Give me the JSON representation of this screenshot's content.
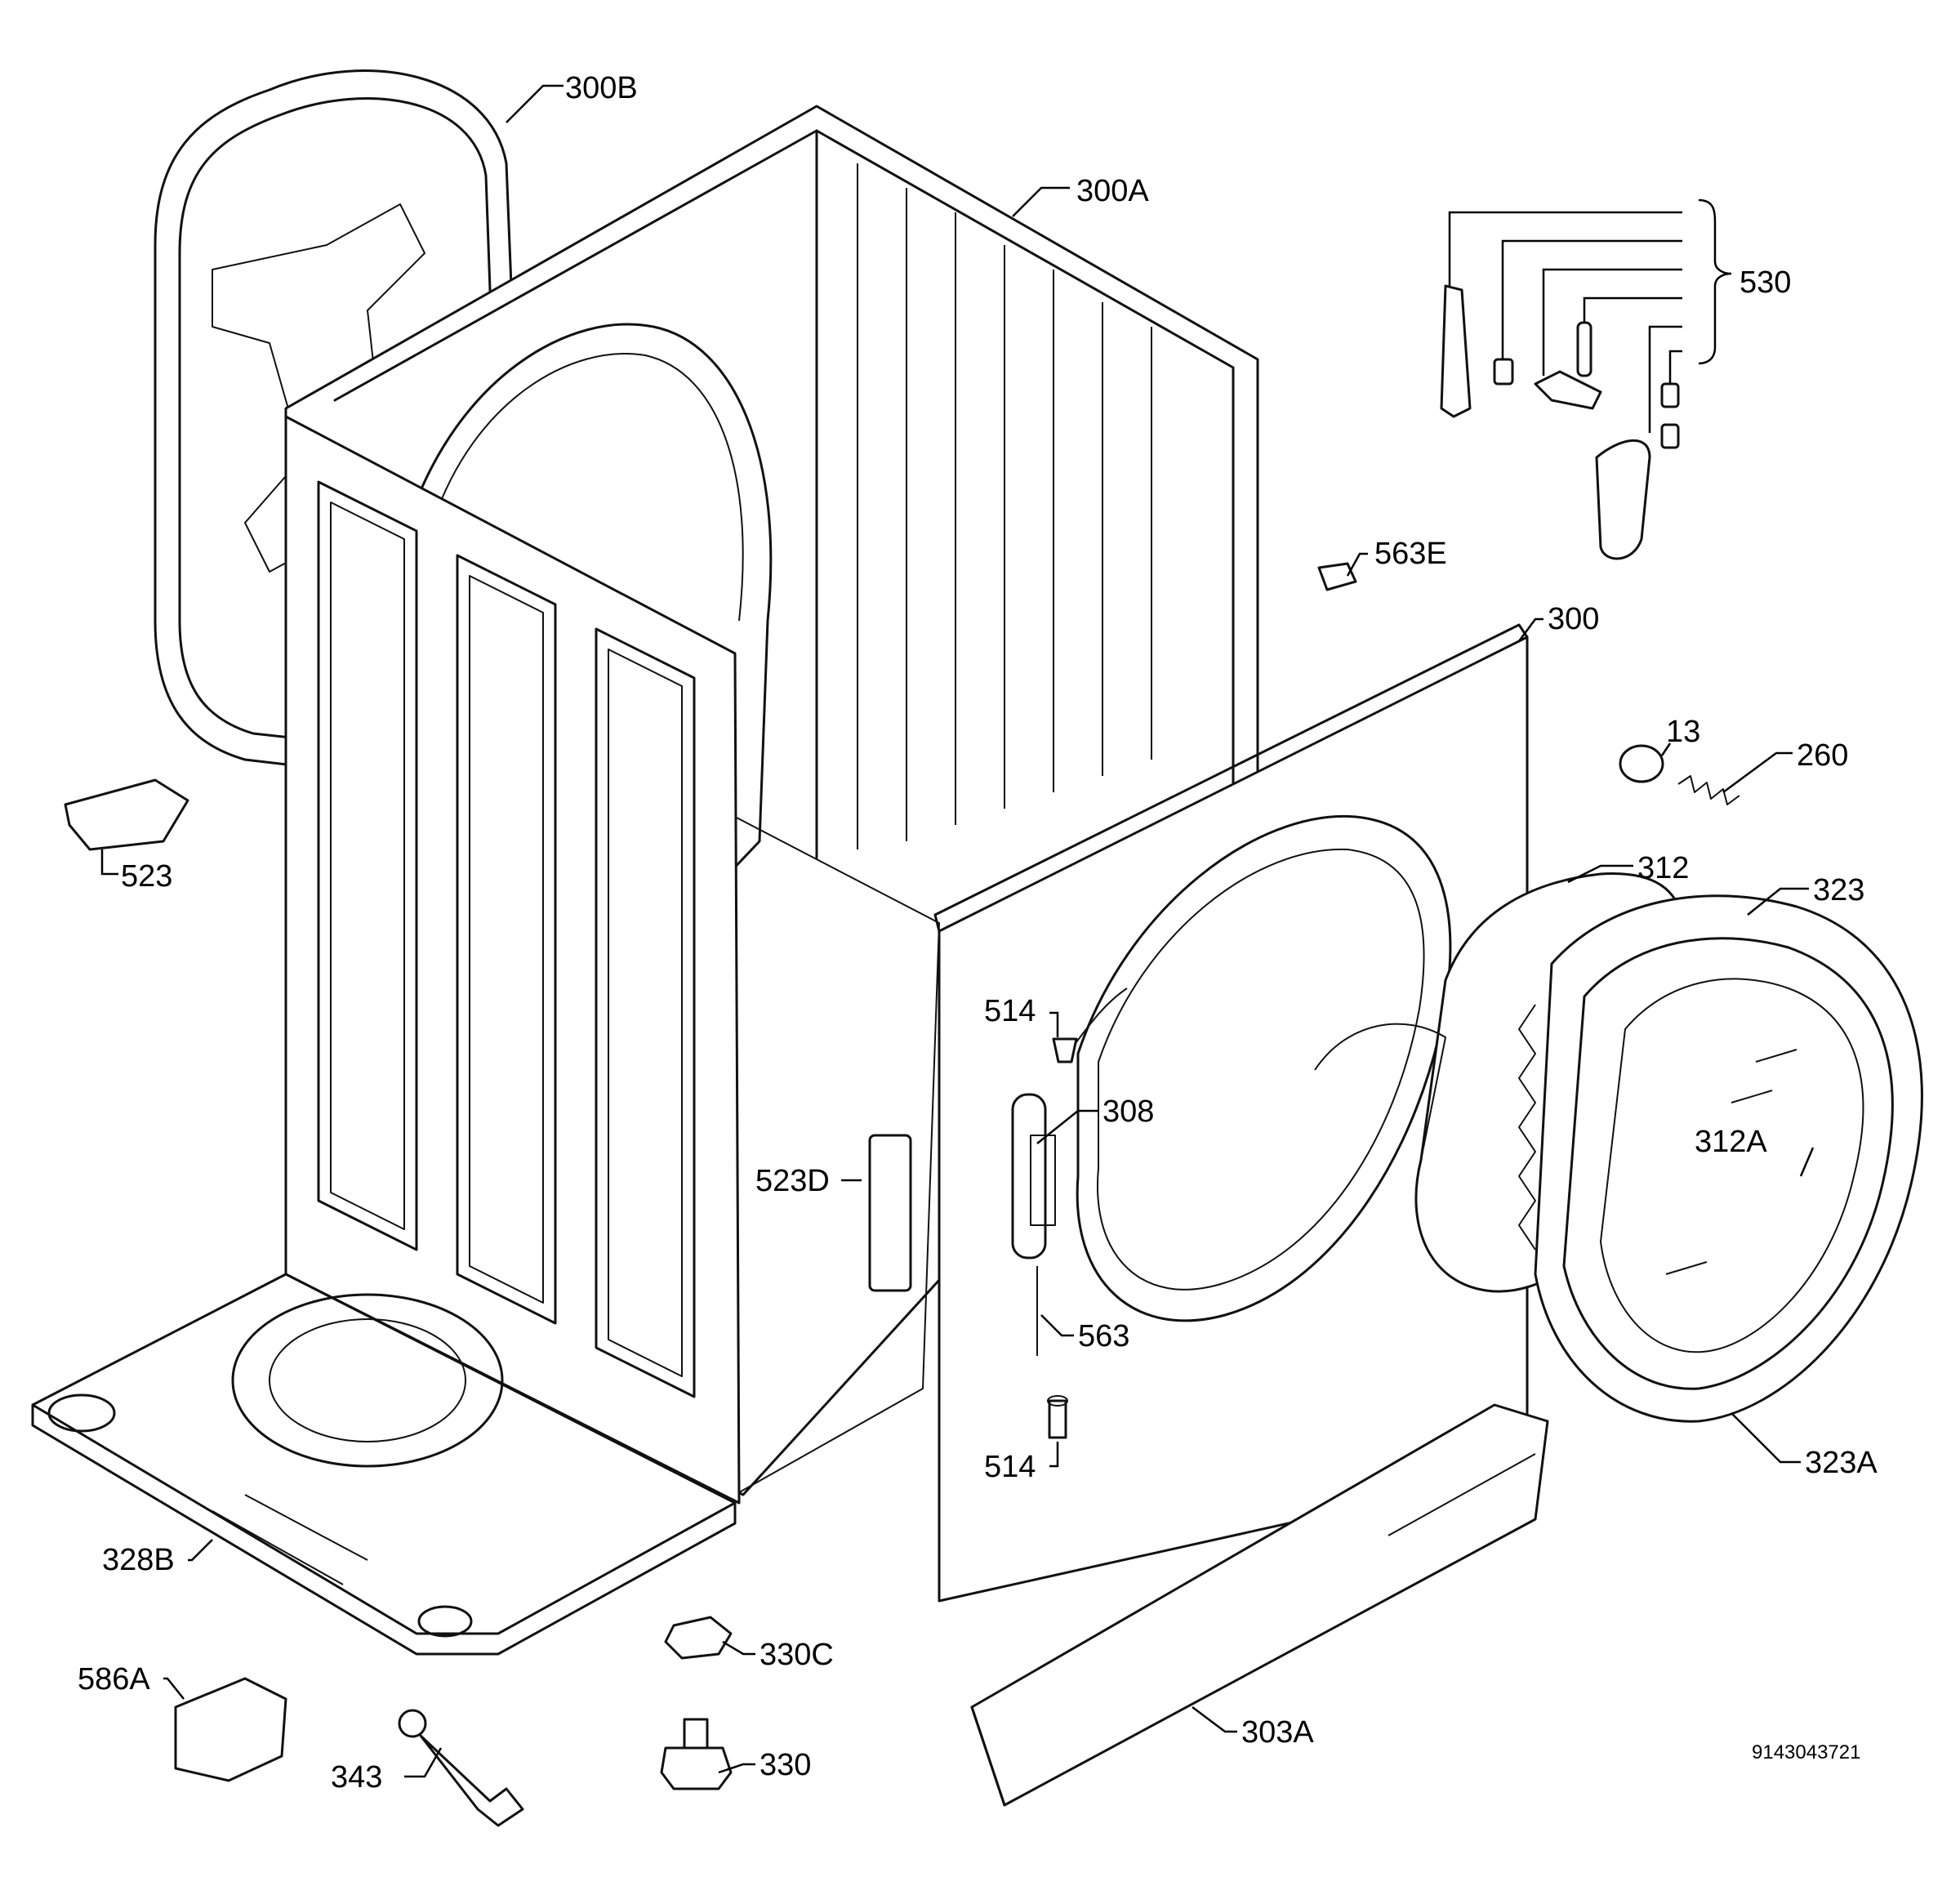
{
  "callouts": {
    "c300B": "300B",
    "c300A": "300A",
    "c530": "530",
    "c563E": "563E",
    "c300": "300",
    "c13": "13",
    "c260": "260",
    "c523": "523",
    "c312": "312",
    "c323": "323",
    "c514a": "514",
    "c308": "308",
    "c312A": "312A",
    "c523D": "523D",
    "c563": "563",
    "c514b": "514",
    "c323A": "323A",
    "c328B": "328B",
    "c330C": "330C",
    "c586A": "586A",
    "c330": "330",
    "c343": "343",
    "c303A": "303A"
  },
  "diagram_code": "9143043721"
}
